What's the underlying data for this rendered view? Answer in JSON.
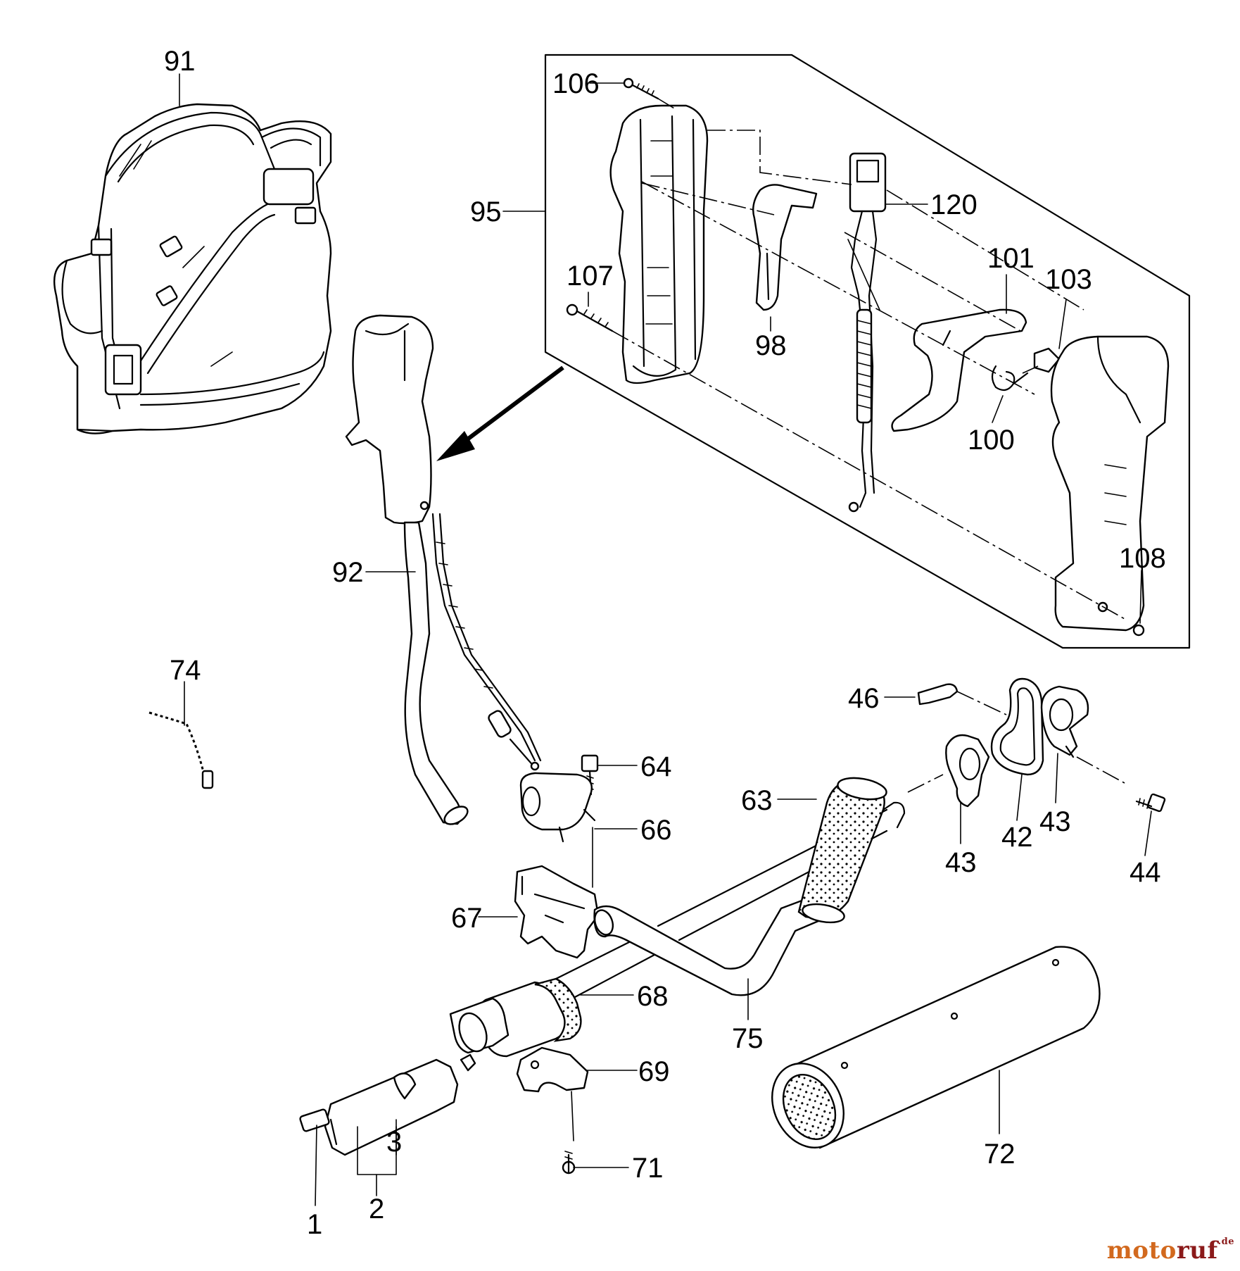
{
  "diagram": {
    "callouts": {
      "c91": "91",
      "c95": "95",
      "c106": "106",
      "c107": "107",
      "c120": "120",
      "c98": "98",
      "c101": "101",
      "c103": "103",
      "c100": "100",
      "c108": "108",
      "c92": "92",
      "c74": "74",
      "c46": "46",
      "c64": "64",
      "c66": "66",
      "c63": "63",
      "c67": "67",
      "c68": "68",
      "c75": "75",
      "c69": "69",
      "c71": "71",
      "c72": "72",
      "c42": "42",
      "c43a": "43",
      "c43b": "43",
      "c44": "44",
      "c1": "1",
      "c2": "2",
      "c3": "3"
    }
  },
  "watermark": {
    "part1": "moto",
    "part2": "ruf",
    "tld": ".de"
  }
}
